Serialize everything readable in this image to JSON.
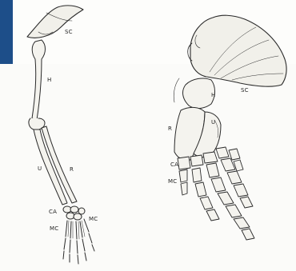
{
  "left_limb": {
    "labels": {
      "sc": "SC",
      "h": "H",
      "u": "U",
      "r": "R",
      "ca": "CA",
      "mc_left": "MC",
      "mc_right": "MC"
    }
  },
  "right_limb": {
    "labels": {
      "h": "H",
      "sc": "SC",
      "r": "R",
      "u": "U",
      "ca": "CA",
      "mc": "MC"
    }
  },
  "colors": {
    "slide_band": "#1d4e89",
    "ink": "#2a2a2a",
    "paper": "#fbfbf9"
  }
}
